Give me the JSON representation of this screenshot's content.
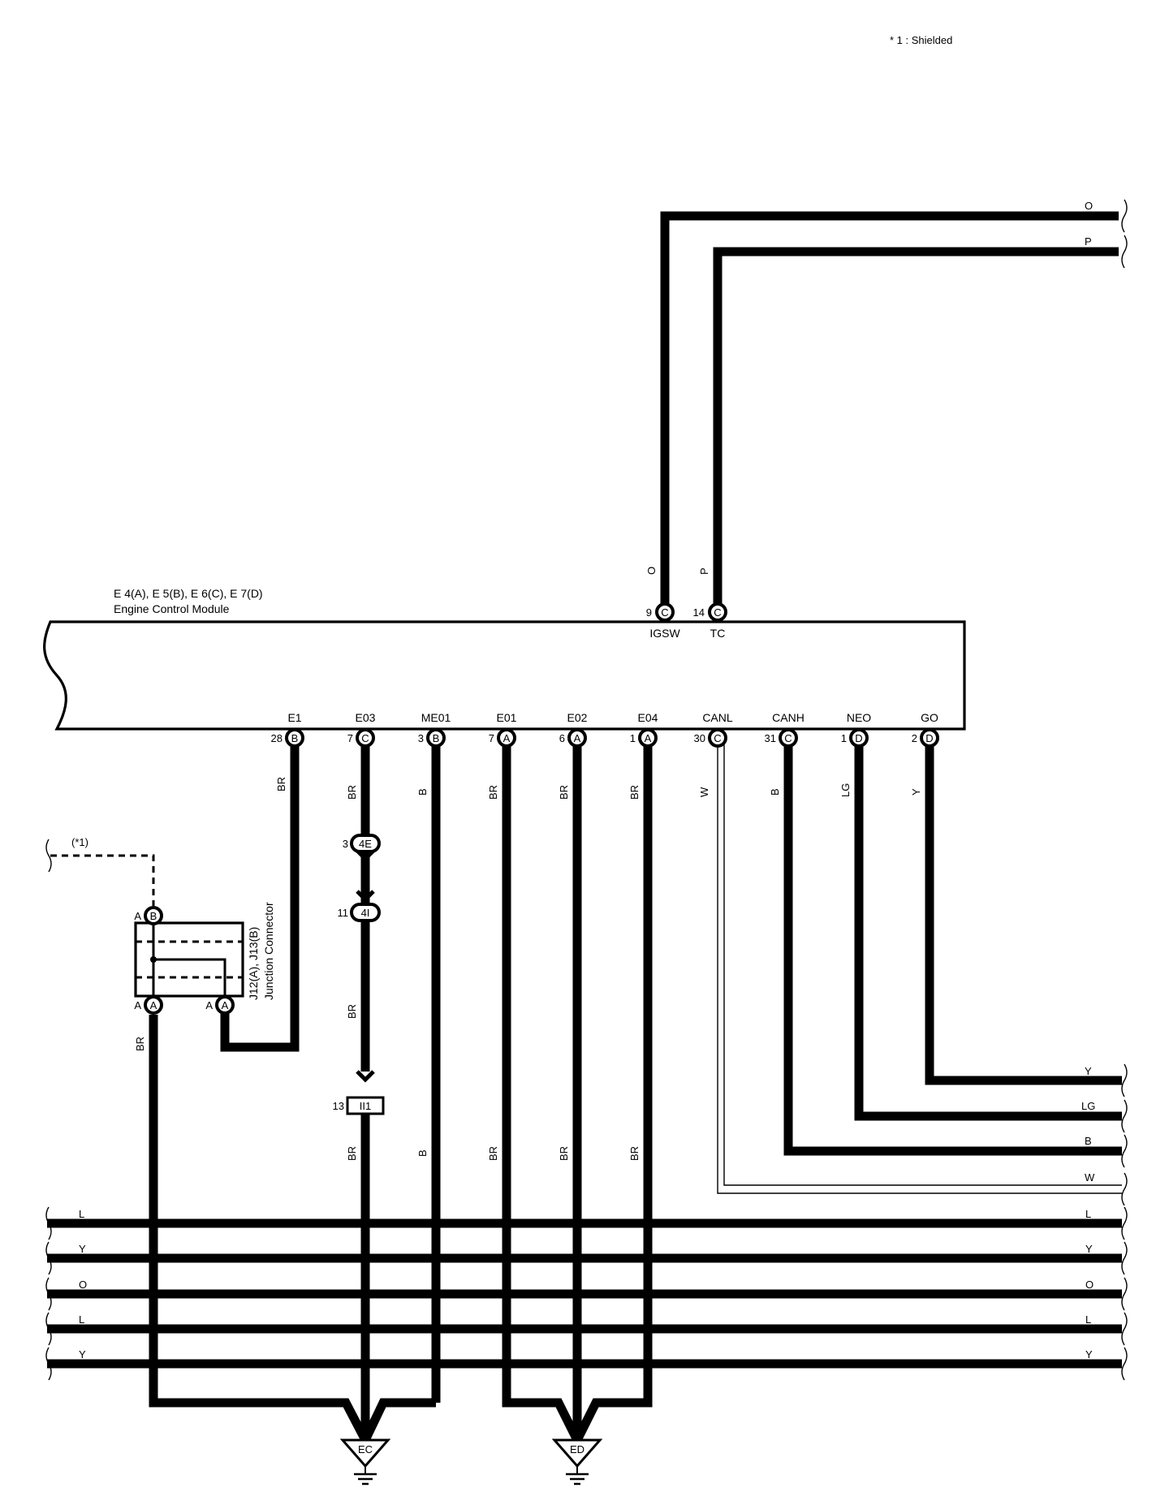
{
  "note": "* 1 : Shielded",
  "ecm": {
    "title_line1": "E 4(A), E 5(B), E 6(C), E 7(D)",
    "title_line2": "Engine Control Module",
    "top_pins": [
      {
        "num": "9",
        "conn": "C",
        "term": "IGSW",
        "wire": "O",
        "right_color": "O"
      },
      {
        "num": "14",
        "conn": "C",
        "term": "TC",
        "wire": "P",
        "right_color": "P"
      }
    ],
    "bottom_pins": [
      {
        "num": "28",
        "conn": "B",
        "term": "E1",
        "wire": "BR"
      },
      {
        "num": "7",
        "conn": "C",
        "term": "E03",
        "wire": "BR"
      },
      {
        "num": "3",
        "conn": "B",
        "term": "ME01",
        "wire": "B"
      },
      {
        "num": "7",
        "conn": "A",
        "term": "E01",
        "wire": "BR"
      },
      {
        "num": "6",
        "conn": "A",
        "term": "E02",
        "wire": "BR"
      },
      {
        "num": "1",
        "conn": "A",
        "term": "E04",
        "wire": "BR"
      },
      {
        "num": "30",
        "conn": "C",
        "term": "CANL",
        "wire": "W"
      },
      {
        "num": "31",
        "conn": "C",
        "term": "CANH",
        "wire": "B"
      },
      {
        "num": "1",
        "conn": "D",
        "term": "NEO",
        "wire": "LG"
      },
      {
        "num": "2",
        "conn": "D",
        "term": "GO",
        "wire": "Y"
      }
    ]
  },
  "right_exits": [
    "Y",
    "LG",
    "B",
    "W"
  ],
  "junction": {
    "label_line1": "J12(A), J13(B)",
    "label_line2": "Junction Connector",
    "pin_top_side": "A",
    "pin_top": "B",
    "pin_bl_side": "A",
    "pin_bl": "A",
    "pin_br_side": "A",
    "pin_br": "A",
    "out_wire": "BR",
    "shield_ref": "(*1)"
  },
  "inline_connectors": [
    {
      "num": "3",
      "code": "4E"
    },
    {
      "num": "11",
      "code": "4I"
    },
    {
      "num": "13",
      "code": "II1"
    }
  ],
  "lower_wire_labels": {
    "e03": "BR",
    "e03_lower": "BR",
    "me01": "B",
    "e01": "BR",
    "e02": "BR",
    "e04": "BR"
  },
  "bus_lines": [
    "L",
    "Y",
    "O",
    "L",
    "Y"
  ],
  "grounds": [
    "EC",
    "ED"
  ]
}
